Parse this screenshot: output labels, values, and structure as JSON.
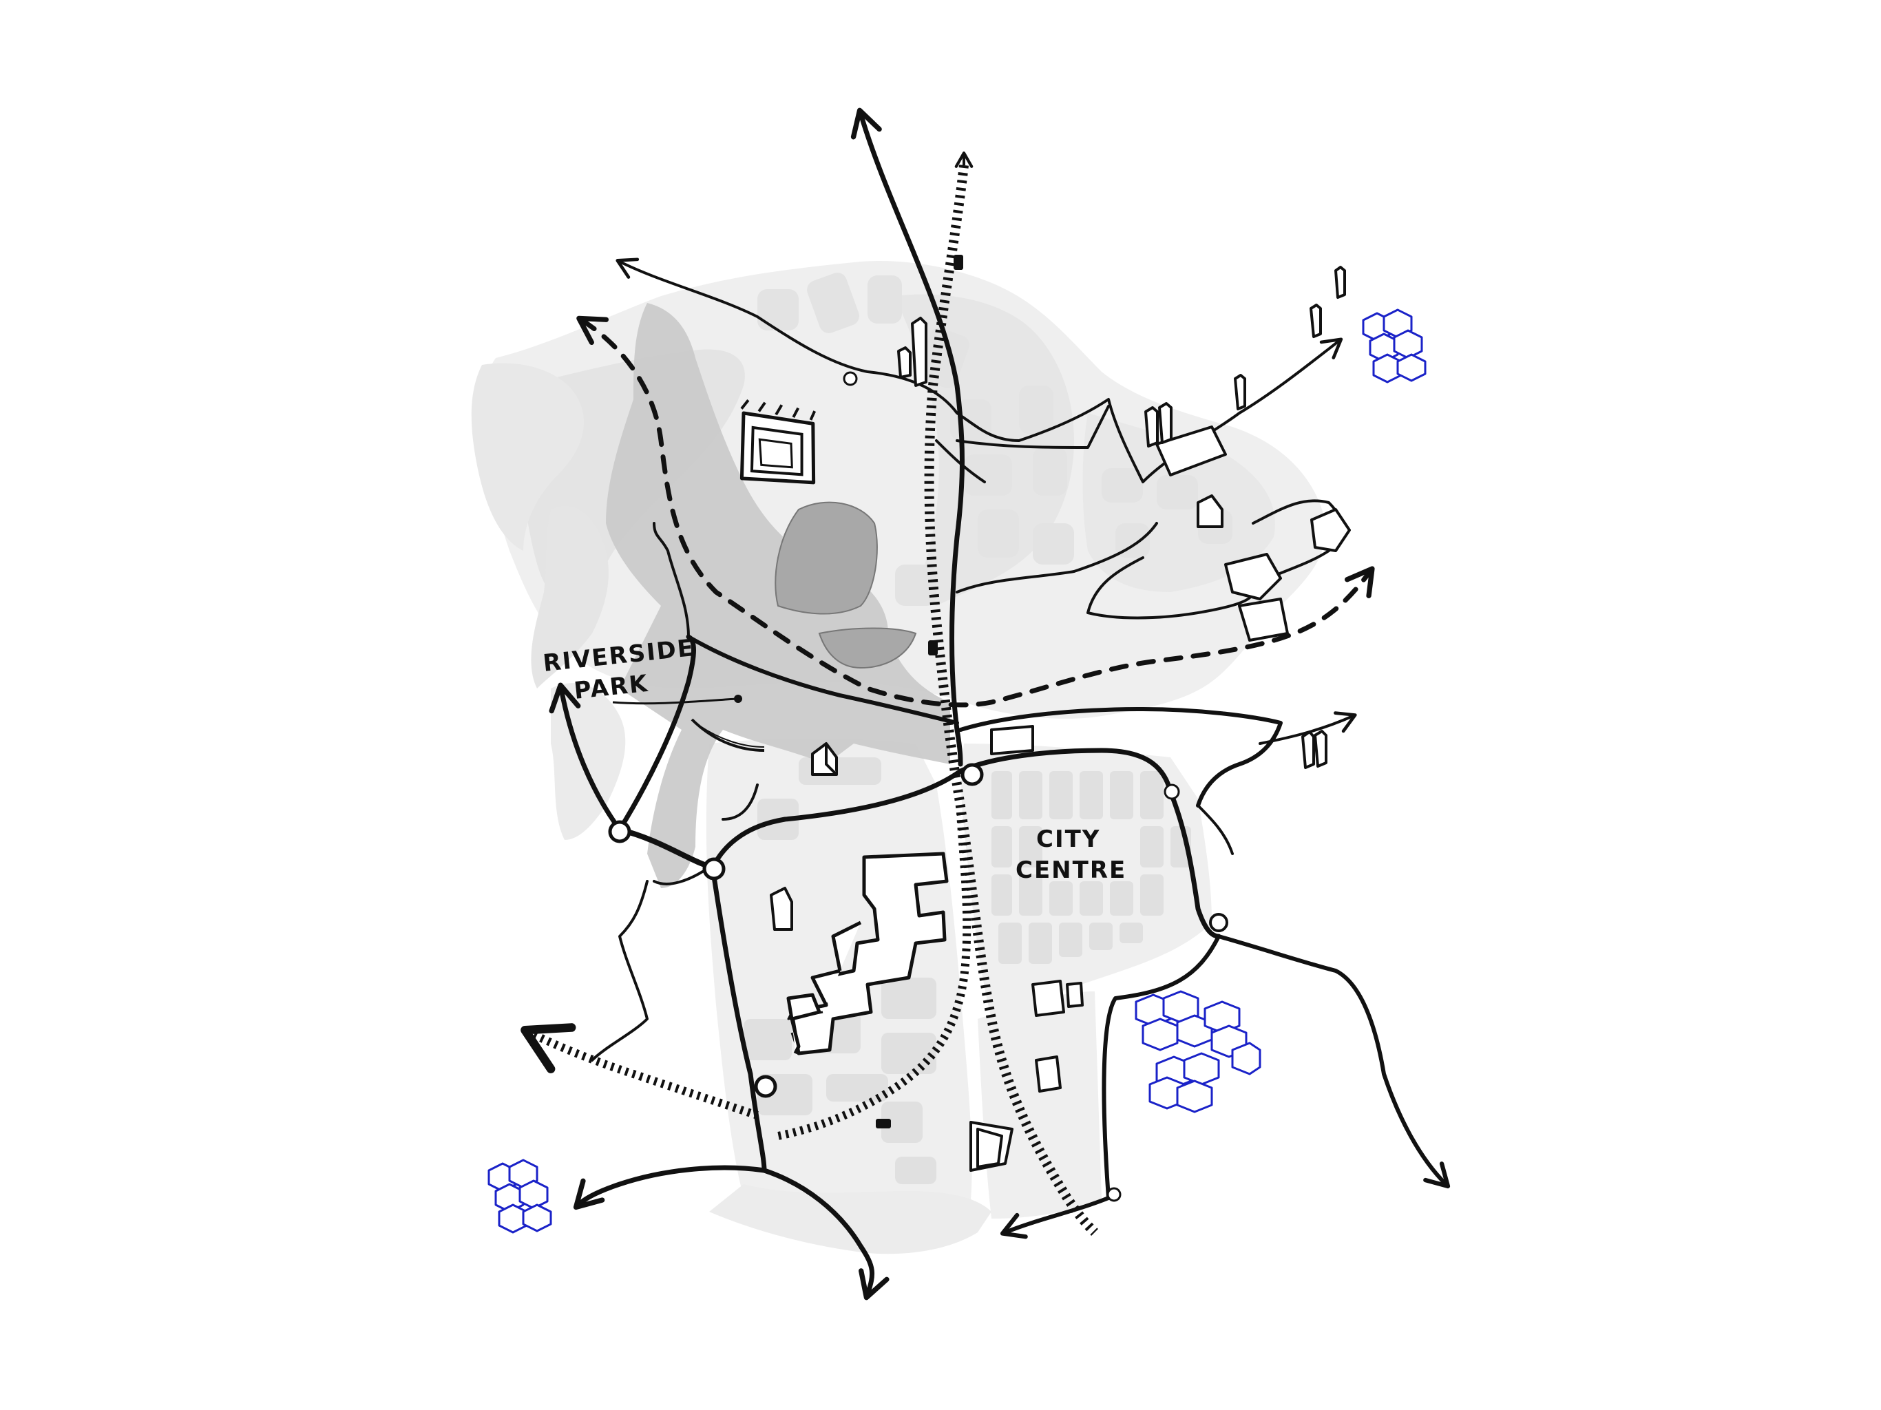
{
  "labels": {
    "riverside_line1": "RIVERSIDE",
    "riverside_line2": "PARK",
    "city_line1": "CITY",
    "city_line2": "CENTRE"
  },
  "colors": {
    "ink": "#111111",
    "urban_fill": "#eeeeee",
    "block_fill": "#e2e2e2",
    "park_fill": "#c8c8c8",
    "lake_fill": "#a9a9a9",
    "housing_blue": "#1a22c8",
    "background": "#ffffff"
  },
  "icons": {
    "stadium": "stadium-icon",
    "housing": "housing-cluster-icon",
    "tower": "tower-icon",
    "roundabout": "roundabout-node-icon",
    "station": "station-icon"
  }
}
